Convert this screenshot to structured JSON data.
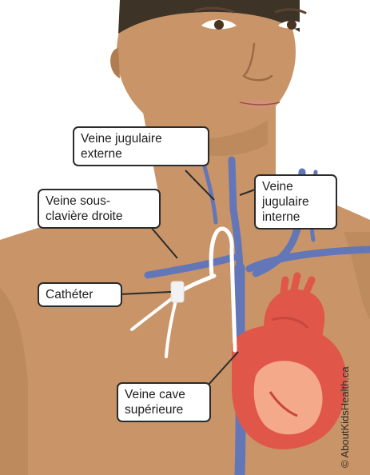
{
  "labels": {
    "external_jugular": [
      "Veine jugulaire",
      "externe"
    ],
    "right_subclavian": [
      "Veine sous-",
      "clavière droite"
    ],
    "internal_jugular": [
      "Veine",
      "jugulaire",
      "interne"
    ],
    "catheter": "Cathéter",
    "superior_vena_cava": [
      "Veine cave",
      "supérieure"
    ]
  },
  "credit": "© AboutKidsHealth.ca",
  "colors": {
    "skin": "#c99568",
    "skin_shadow": "#b07d52",
    "hair": "#3d3326",
    "vein": "#6377b8",
    "catheter": "#ffffff",
    "heart": "#e0574a",
    "heart_light": "#f4a98b",
    "background": "#ffffff"
  }
}
